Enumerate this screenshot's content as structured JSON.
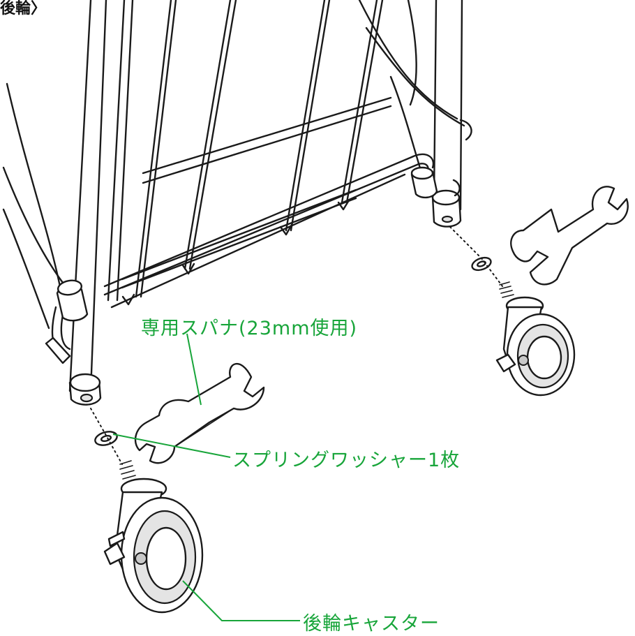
{
  "heading": "後輪〉",
  "labels": {
    "spanner": "専用スパナ(23mm使用)",
    "washer": "スプリングワッシャー1枚",
    "caster": "後輪キャスター"
  },
  "colors": {
    "label_green": "#18a53a",
    "line_art": "#1a1a1a",
    "background": "#ffffff"
  }
}
